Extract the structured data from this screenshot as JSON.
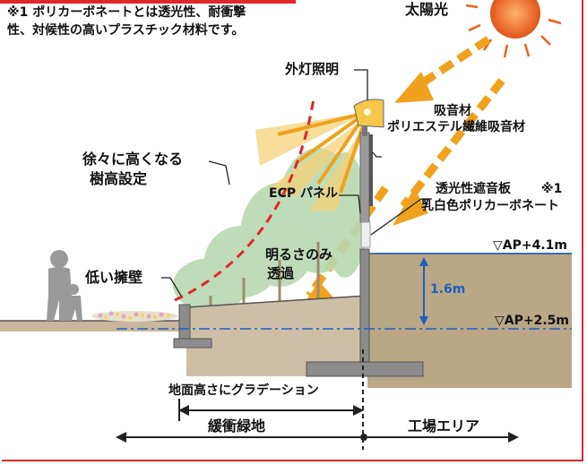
{
  "footnote": {
    "line1": "※1 ポリカーボネートとは透光性、耐衝撃",
    "line2": "性、対候性の高いプラスチック材料です。"
  },
  "labels": {
    "sunlight": "太陽光",
    "street_light": "外灯照明",
    "absorber_title": "吸音材",
    "absorber_detail": "ポリエステル繊維吸音材",
    "tree_height_line1": "徐々に高くなる",
    "tree_height_line2": "樹高設定",
    "ecp_panel": "ECP パネル",
    "translucent_title": "透光性遮音板",
    "translucent_note": "※1",
    "translucent_detail": "乳白色ポリカーボネート",
    "brightness_line1": "明るさのみ",
    "brightness_line2": "透過",
    "low_wall": "低い擁壁",
    "level_top": "▽AP+4.1m",
    "height_diff": "1.6m",
    "level_bottom": "▽AP+2.5m",
    "ground_gradation": "地面高さにグラデーション",
    "buffer_green": "緩衝緑地",
    "factory_area": "工場エリア"
  },
  "colors": {
    "frame": "#e0262b",
    "sun": "#e8621a",
    "light_arrow": "#f0a21c",
    "beam": "#f6d27a",
    "dashed_curve": "#e0262b",
    "level_blue": "#1f5fbf",
    "soil": "#c8b79c",
    "concrete": "#8c8c8c",
    "tree": "#b9d9b1"
  }
}
